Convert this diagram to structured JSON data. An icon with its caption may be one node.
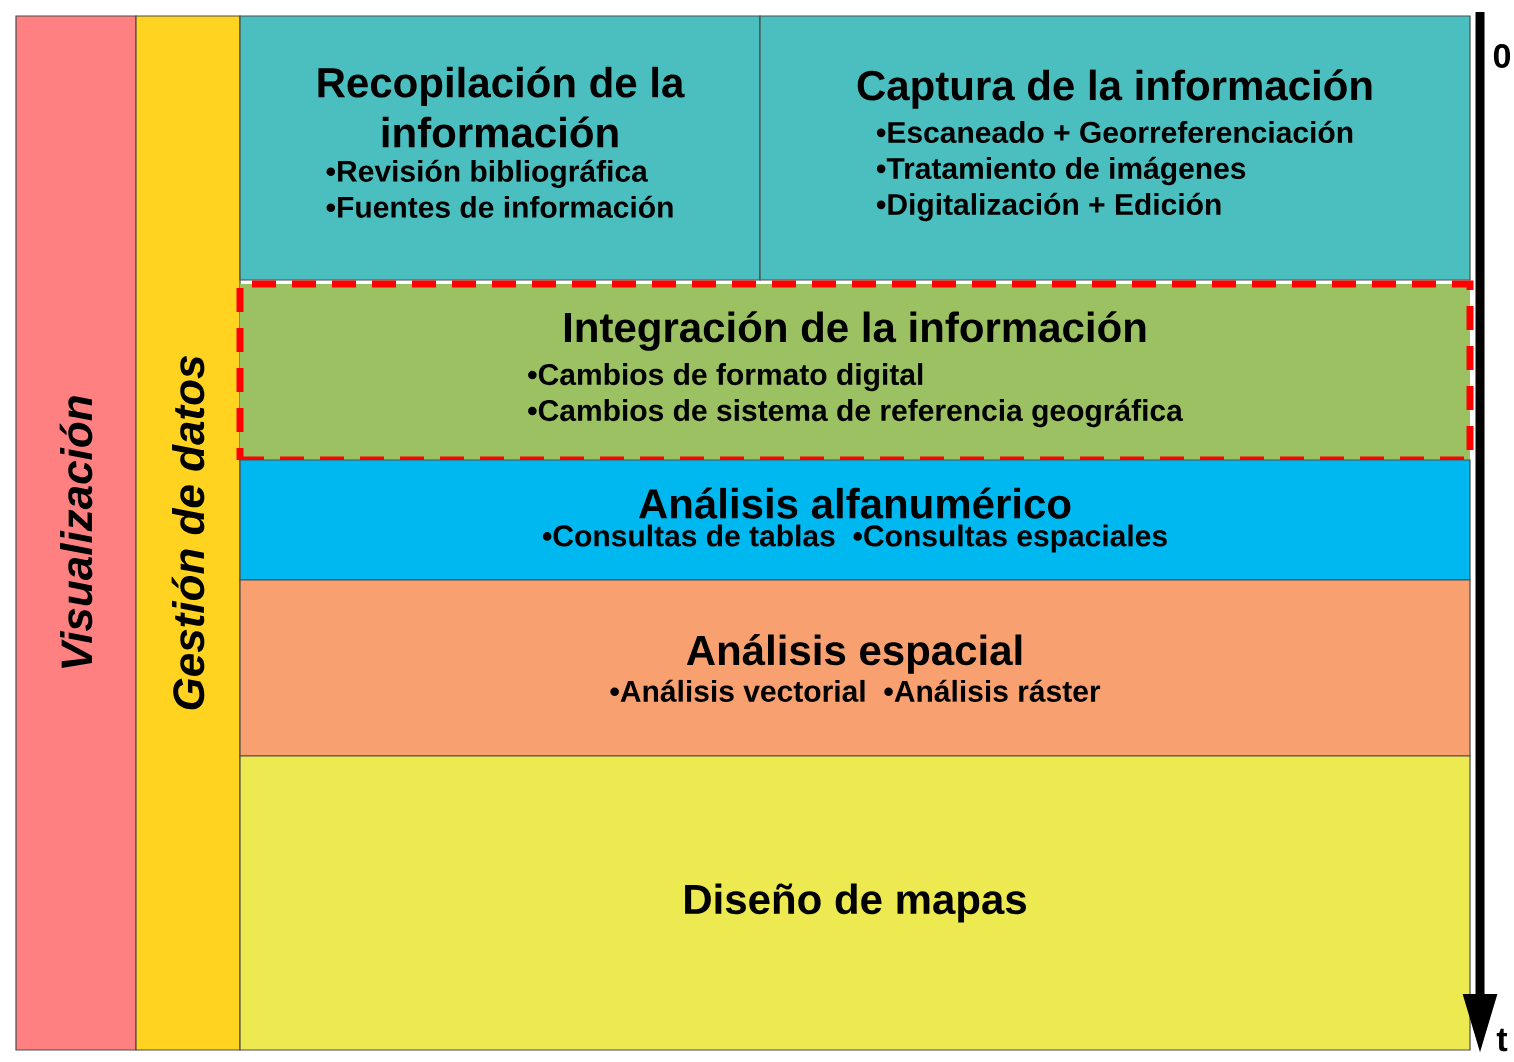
{
  "diagram": {
    "nodes": [
      {
        "text": [
          "Visualización"
        ]
      },
      {
        "text": [
          "Gestión de datos"
        ]
      },
      {
        "text": [
          "Recopilación de la información",
          "•Revisión bibliográfica",
          "•Fuentes de información"
        ]
      },
      {
        "text": [
          "Captura de la información",
          "•Escaneado + Georreferenciación",
          "•Tratamiento de imágenes",
          "•Digitalización + Edición"
        ]
      },
      {
        "text": [
          "Integración de la información",
          "•Cambios de formato digital",
          "•Cambios de sistema de referencia geográfica"
        ]
      },
      {
        "text": [
          "Análisis alfanumérico",
          "•Consultas de tablas",
          "•Consultas espaciales"
        ]
      },
      {
        "text": [
          "Análisis espacial",
          "•Análisis vectorial",
          "•Análisis ráster"
        ]
      },
      {
        "text": [
          "Diseño de mapas"
        ]
      }
    ],
    "labels": [
      "0",
      "t"
    ]
  }
}
